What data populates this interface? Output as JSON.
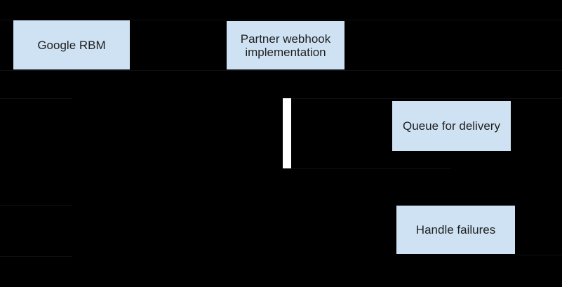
{
  "diagram": {
    "type": "sequence-flow",
    "background_color": "#000000",
    "node_fill_color": "#cfe2f3",
    "node_text_color": "#1f1f1f",
    "activation_bar_color": "#ffffff",
    "nodes": {
      "google_rbm": "Google RBM",
      "partner_webhook": "Partner webhook implementation",
      "queue_for_delivery": "Queue for delivery",
      "handle_failures": "Handle failures"
    }
  }
}
